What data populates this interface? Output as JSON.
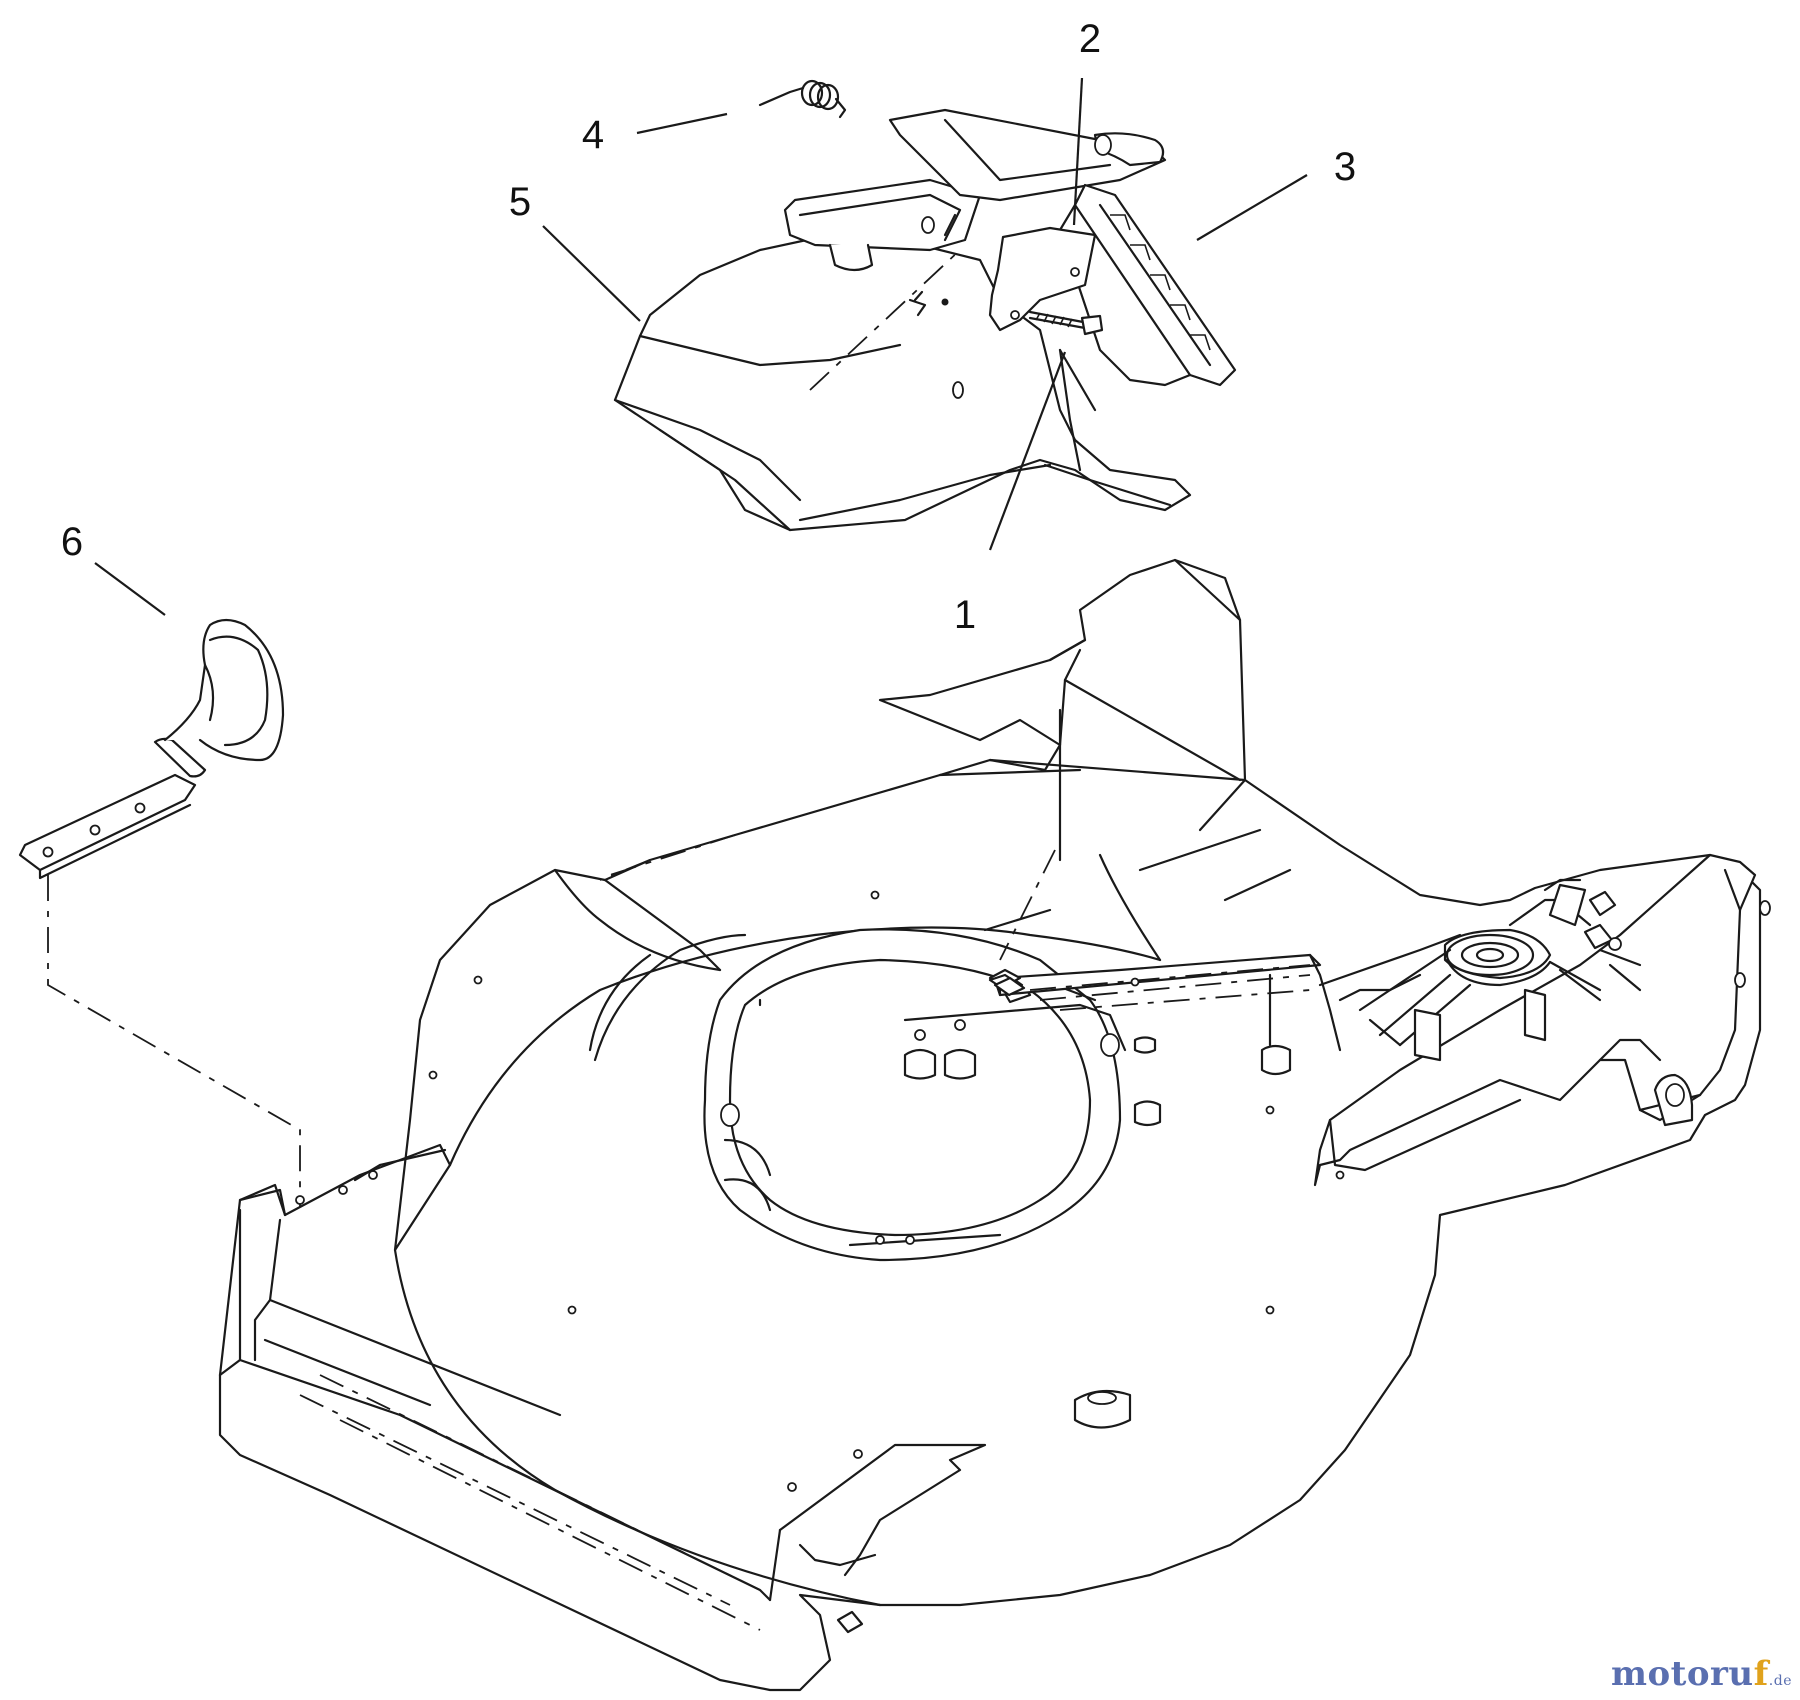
{
  "diagram": {
    "callouts": [
      {
        "id": "1",
        "text": "1"
      },
      {
        "id": "2",
        "text": "2"
      },
      {
        "id": "3",
        "text": "3"
      },
      {
        "id": "4",
        "text": "4"
      },
      {
        "id": "5",
        "text": "5"
      },
      {
        "id": "6",
        "text": "6"
      }
    ],
    "parts": [
      {
        "callout": "1",
        "icon": "screw-icon"
      },
      {
        "callout": "2",
        "icon": "bracket-plate-icon"
      },
      {
        "callout": "3",
        "icon": "rear-door-icon"
      },
      {
        "callout": "4",
        "icon": "torsion-spring-icon"
      },
      {
        "callout": "5",
        "icon": "discharge-chute-icon"
      },
      {
        "callout": "6",
        "icon": "pin-handle-icon"
      }
    ],
    "assembly": {
      "icon": "mower-deck-housing-icon"
    }
  },
  "watermark": {
    "main": "motoru",
    "accent": "f",
    "tld": ".de"
  }
}
